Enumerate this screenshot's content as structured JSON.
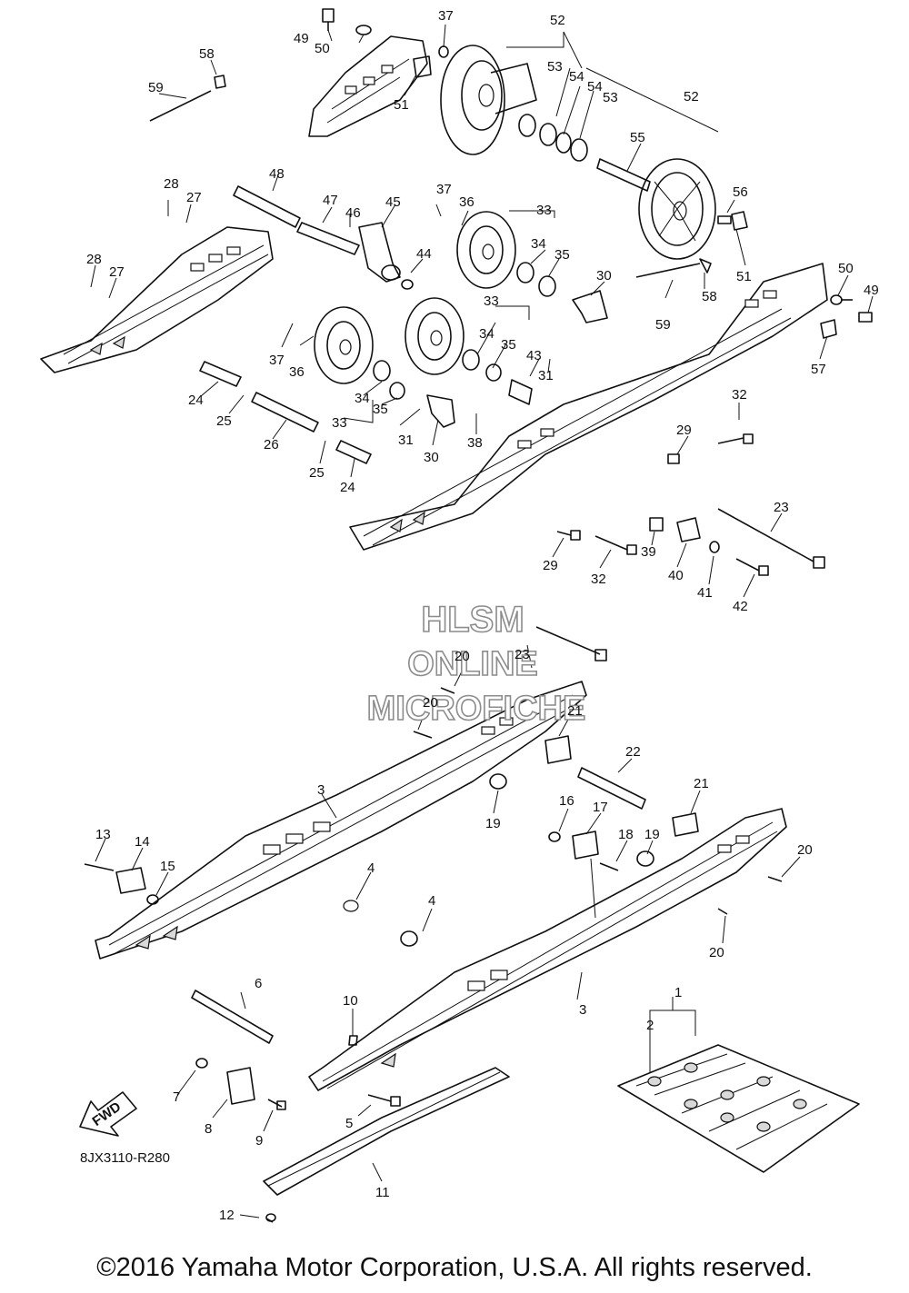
{
  "callouts": [
    "1",
    "2",
    "3",
    "4",
    "5",
    "6",
    "7",
    "8",
    "9",
    "10",
    "11",
    "12",
    "13",
    "14",
    "15",
    "16",
    "17",
    "18",
    "19",
    "20",
    "21",
    "22",
    "23",
    "24",
    "25",
    "26",
    "27",
    "28",
    "29",
    "30",
    "31",
    "32",
    "33",
    "34",
    "35",
    "36",
    "37",
    "38",
    "39",
    "40",
    "41",
    "42",
    "43",
    "44",
    "45",
    "46",
    "47",
    "48",
    "49",
    "50",
    "51",
    "52",
    "53",
    "54",
    "55",
    "56",
    "57",
    "58",
    "59"
  ],
  "watermark": {
    "line1": "HLSM",
    "line2": "ONLINE",
    "line3": "MICROFICHE"
  },
  "fwd_label": "FWD",
  "diagram_code": "8JX3110-R280",
  "copyright": "©2016 Yamaha Motor Corporation, U.S.A. All rights reserved."
}
